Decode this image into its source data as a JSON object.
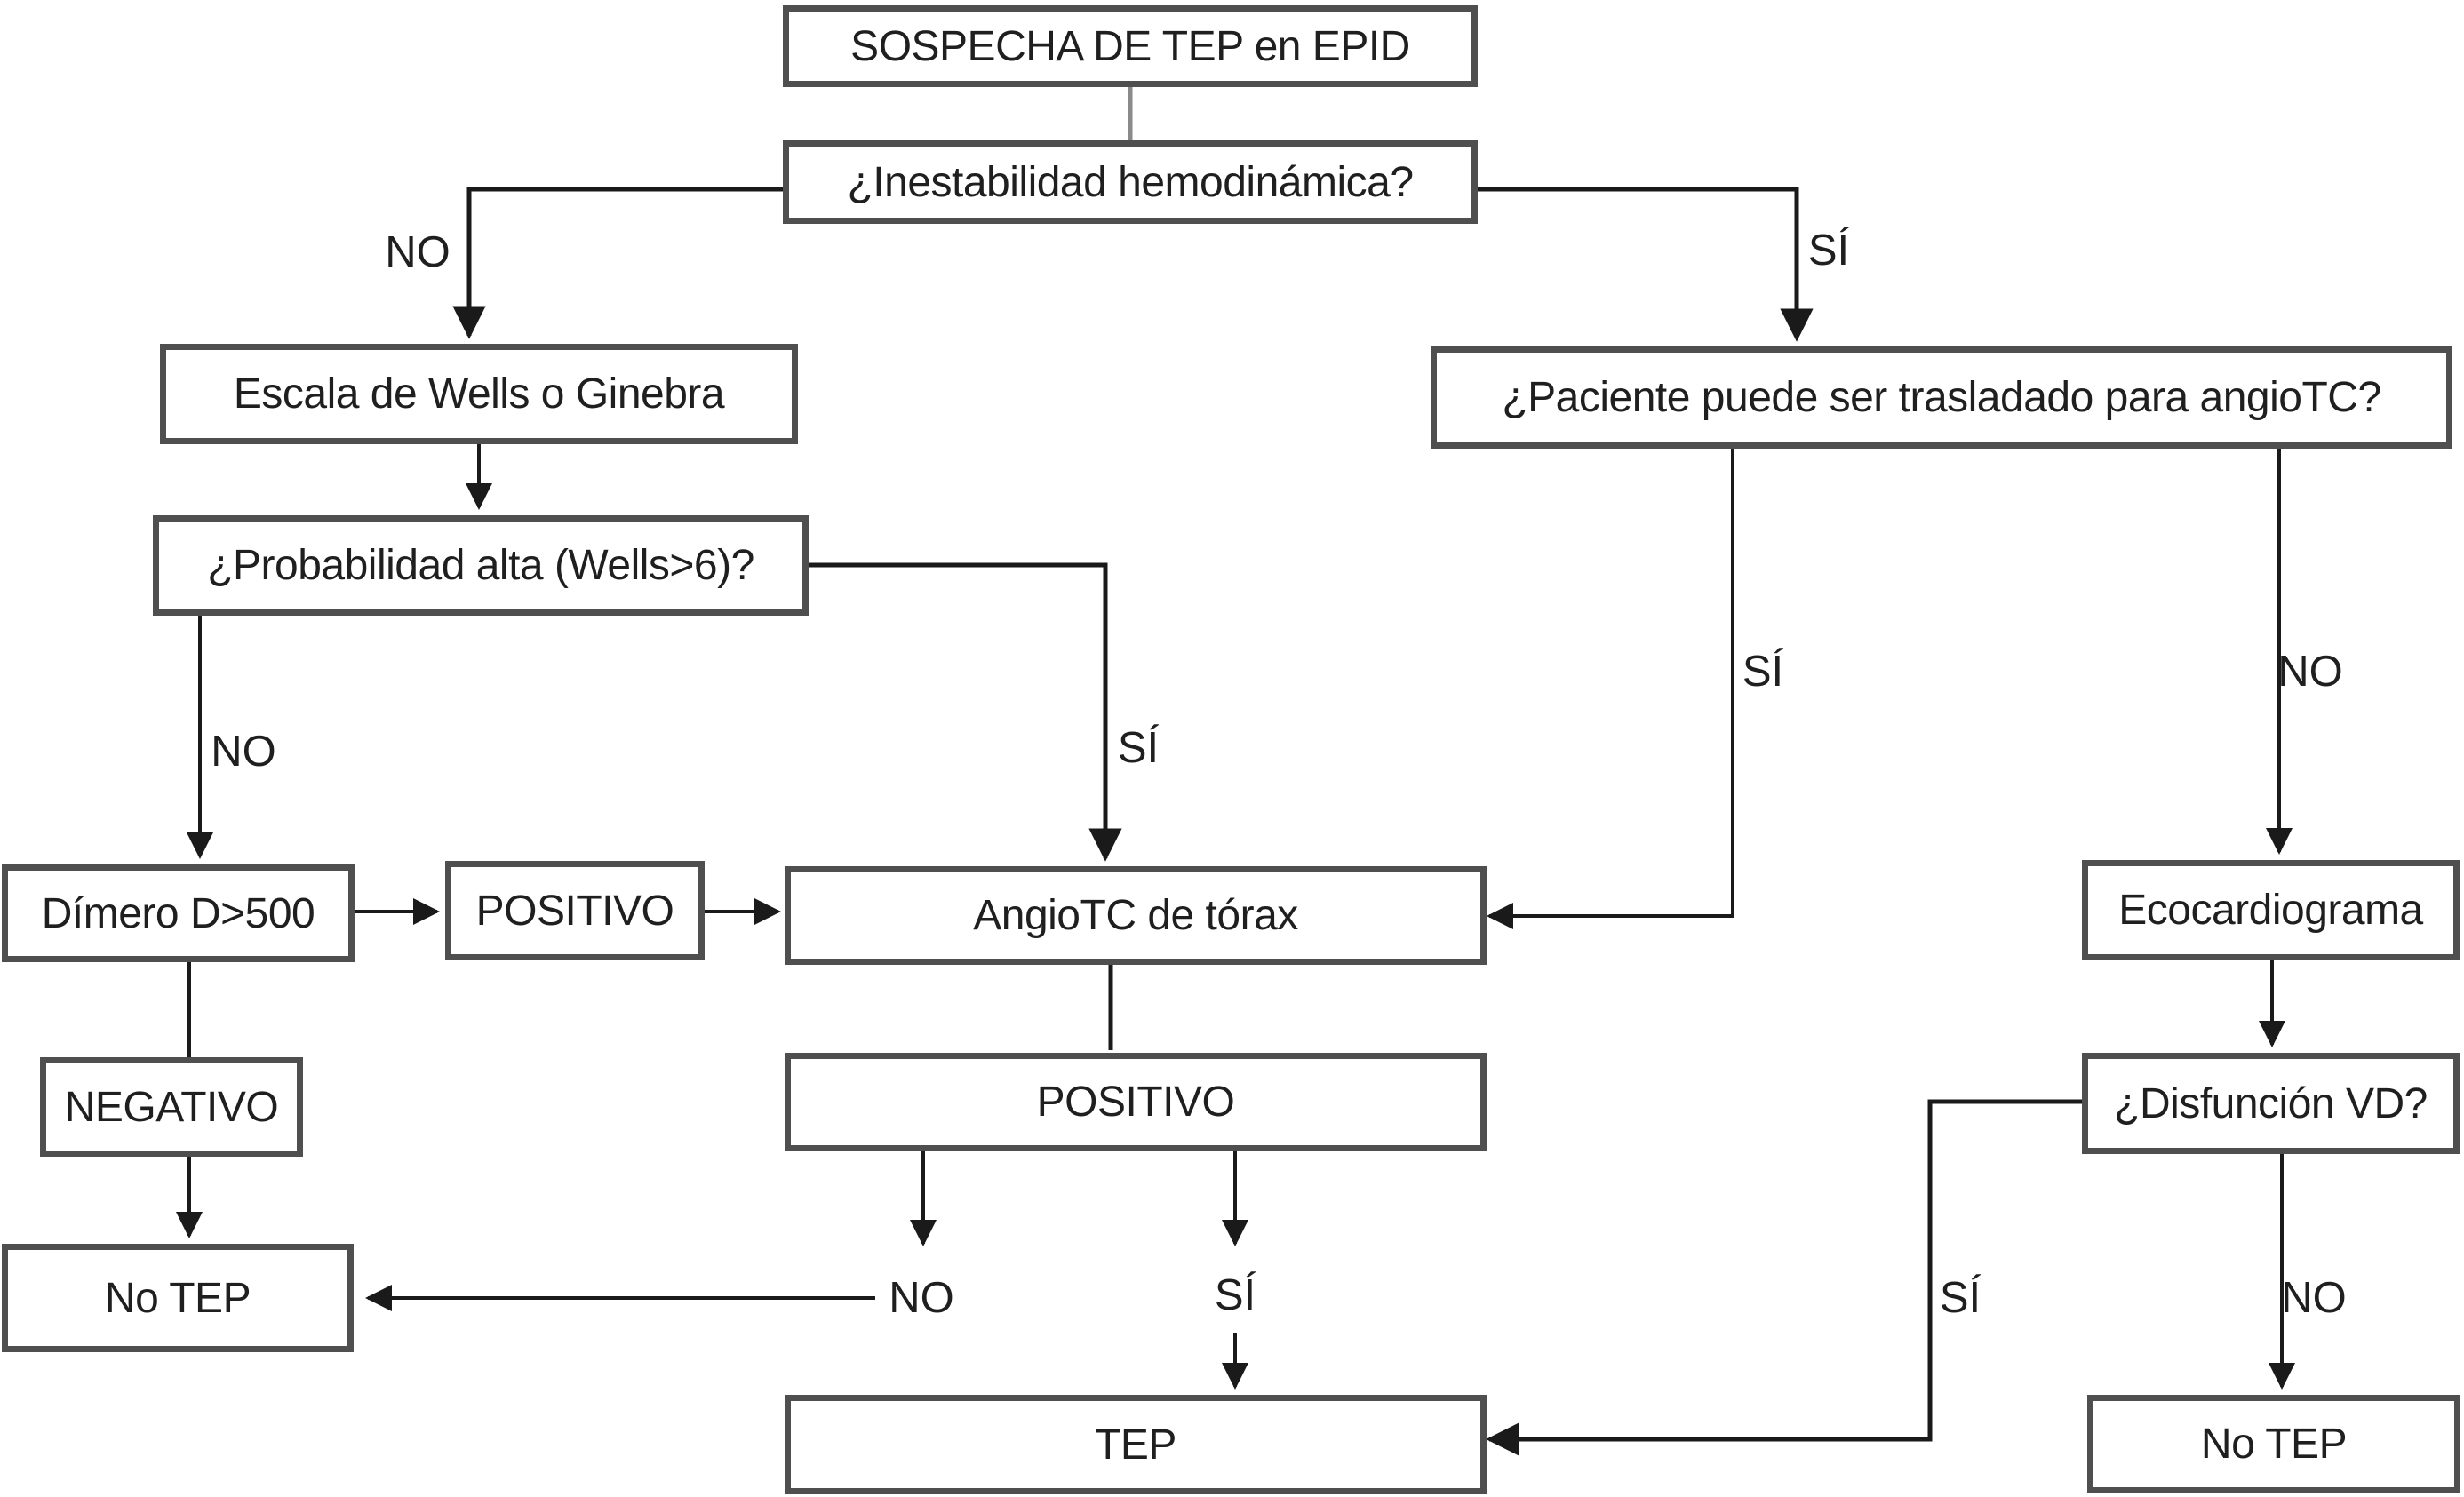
{
  "diagram": {
    "type": "flowchart",
    "language": "es",
    "nodes": {
      "sospecha": {
        "label": "SOSPECHA DE TEP en EPID"
      },
      "inestabilidad": {
        "label": "¿Inestabilidad hemodinámica?"
      },
      "escala": {
        "label": "Escala de Wells o Ginebra"
      },
      "probabilidad": {
        "label": "¿Probabilidad alta (Wells>6)?"
      },
      "dimero": {
        "label": "Dímero D>500"
      },
      "positivo_izq": {
        "label": "POSITIVO"
      },
      "angiotc": {
        "label": "AngioTC de tórax"
      },
      "positivo_tc": {
        "label": "POSITIVO"
      },
      "negativo": {
        "label": "NEGATIVO"
      },
      "no_tep_izq": {
        "label": "No TEP"
      },
      "trasladado": {
        "label": "¿Paciente puede ser trasladado para angioTC?"
      },
      "ecocardiograma": {
        "label": "Ecocardiograma"
      },
      "disfuncion": {
        "label": "¿Disfunción VD?"
      },
      "tep": {
        "label": "TEP"
      },
      "no_tep_der": {
        "label": "No TEP"
      }
    },
    "edge_labels": {
      "no_inestabilidad": "NO",
      "si_inestabilidad": "SÍ",
      "no_probabilidad": "NO",
      "si_probabilidad": "SÍ",
      "si_trasladado": "SÍ",
      "no_trasladado": "NO",
      "no_angiotc": "NO",
      "si_angiotc": "SÍ",
      "si_disfuncion": "SÍ",
      "no_disfuncion": "NO"
    },
    "colors": {
      "background": "#ffffff",
      "node_fill": "#ffffff",
      "node_border": "#4f4f4f",
      "line": "#1a1a1a",
      "connector_gray": "#8a8a8a",
      "text": "#1f1f1f"
    }
  }
}
